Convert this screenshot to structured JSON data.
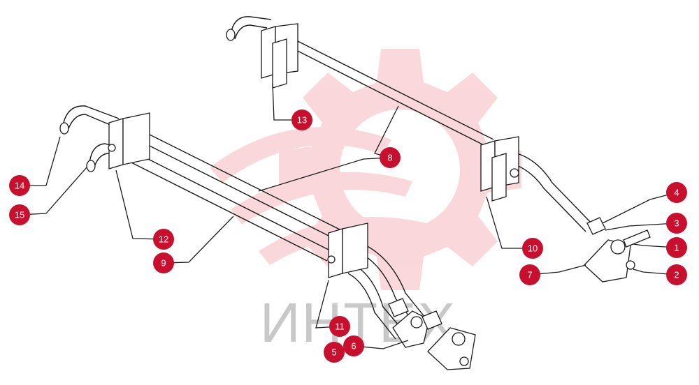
{
  "watermark": {
    "text": "ИНТЕХ",
    "color": "#f5b8bd"
  },
  "callout_color": "#c8102e",
  "callouts": [
    {
      "label": "1"
    },
    {
      "label": "2"
    },
    {
      "label": "3"
    },
    {
      "label": "4"
    },
    {
      "label": "5"
    },
    {
      "label": "6"
    },
    {
      "label": "7"
    },
    {
      "label": "8"
    },
    {
      "label": "9"
    },
    {
      "label": "10"
    },
    {
      "label": "11"
    },
    {
      "label": "12"
    },
    {
      "label": "13"
    },
    {
      "label": "14"
    },
    {
      "label": "15"
    }
  ]
}
